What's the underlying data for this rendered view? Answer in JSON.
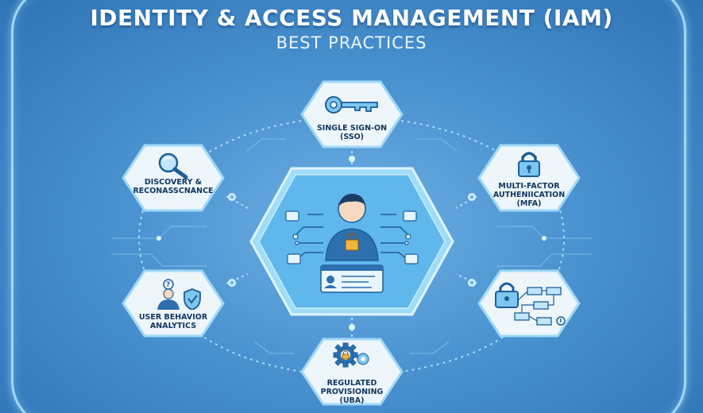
{
  "header": {
    "title": "IDENTITY & ACCESS MANAGEMENT (IAM)",
    "subtitle": "BEST PRACTICES"
  },
  "nodes": {
    "sso": {
      "line1": "SINGLE SIGN-ON",
      "line2": "(SSO)",
      "icon": "key-icon"
    },
    "discovery": {
      "line1": "DISCOVERY &",
      "line2": "RECONASSCNANCE",
      "icon": "magnifier-icon"
    },
    "mfa": {
      "line1": "MULTI-FACTOR",
      "line2": "AUTHENIICATION",
      "line3": "(MFA)",
      "icon": "padlock-icon"
    },
    "uba": {
      "line1": "USER BEHAVIOR",
      "line2": "ANALYTICS",
      "icon": "user-shield-icon"
    },
    "access_flow": {
      "icon": "padlock-flowchart-icon"
    },
    "provisioning": {
      "line1": "REGULATED",
      "line2": "PROVISIONING",
      "line3": "(UBA)",
      "icon": "gears-lock-icon"
    }
  },
  "center": {
    "icon": "user-lock-hub-icon"
  },
  "colors": {
    "background": "#4a92d0",
    "hex_fill": "#eef6fc",
    "hex_border": "#9fd8f6",
    "center_fill": "#5fb7ec",
    "text_dark": "#10365e",
    "accent": "#2a7fc4"
  }
}
